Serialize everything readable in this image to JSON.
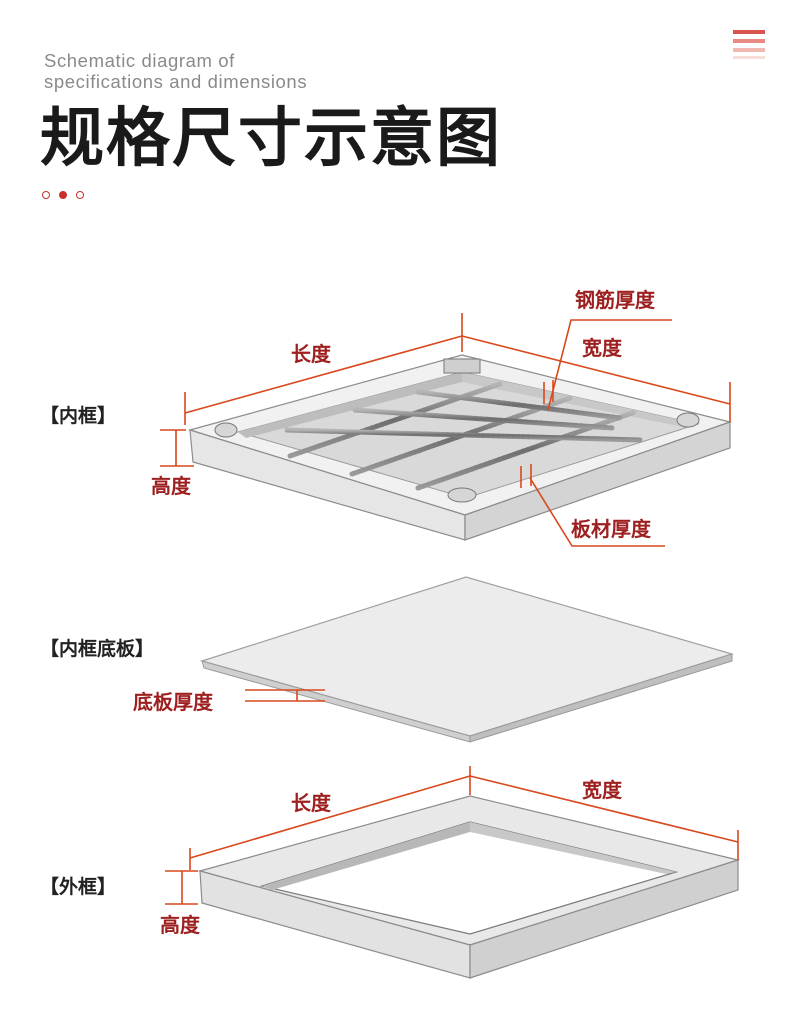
{
  "header": {
    "subtitle_line1": "Schematic diagram of",
    "subtitle_line2": "specifications and dimensions",
    "title": "规格尺寸示意图",
    "menu_icon": "menu-icon"
  },
  "colors": {
    "accent": "#c9302c",
    "dimension_line": "#d9481c",
    "dimension_text": "#9e1f1f"
  },
  "inner_frame": {
    "label": "【内框】",
    "length": "长度",
    "width": "宽度",
    "height": "高度",
    "rebar_thickness": "钢筋厚度",
    "plate_thickness": "板材厚度"
  },
  "inner_base": {
    "label": "【内框底板】",
    "base_thickness": "底板厚度"
  },
  "outer_frame": {
    "label": "【外框】",
    "length": "长度",
    "width": "宽度",
    "height": "高度"
  }
}
